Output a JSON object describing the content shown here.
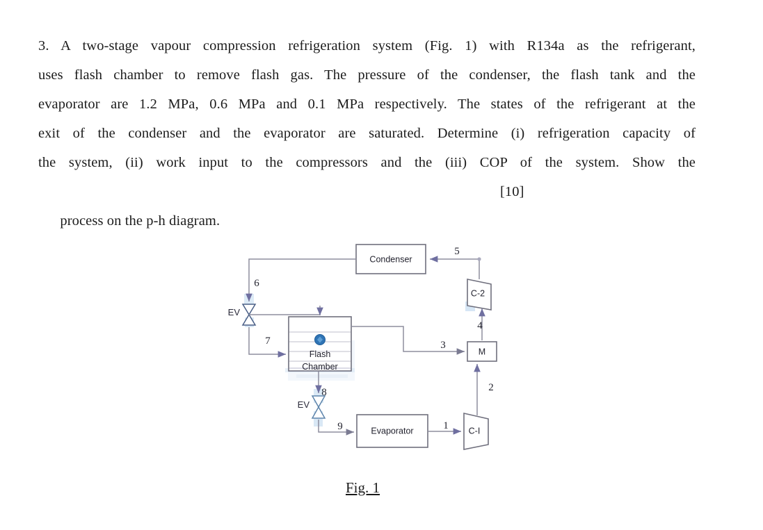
{
  "document": {
    "question_number": "3.",
    "paragraph_lines": [
      "3. A two-stage vapour compression refrigeration system (Fig. 1) with R134a as the refrigerant,",
      "uses flash chamber to remove flash gas. The pressure of the condenser, the flash tank and the",
      "evaporator are 1.2 MPa, 0.6 MPa and 0.1 MPa respectively. The states of the refrigerant at the",
      "exit of the condenser and the evaporator are saturated. Determine (i) refrigeration capacity of",
      "the system, (ii) work input to the compressors and the (iii) COP of the system.   Show the",
      "process on the p-h diagram."
    ],
    "marks": "[10]",
    "figure_caption": "Fig. 1"
  },
  "figure": {
    "caption": "Fig. 1",
    "components": [
      {
        "id": "condenser",
        "label": "Condenser",
        "shape": "rectangle"
      },
      {
        "id": "evaporator",
        "label": "Evaporator",
        "shape": "rectangle"
      },
      {
        "id": "flash",
        "label": "Flash Chamber",
        "label_line1": "Flash",
        "label_line2": "Chamber",
        "shape": "rectangle"
      },
      {
        "id": "mixer",
        "label": "M",
        "shape": "rectangle"
      },
      {
        "id": "comp2",
        "label": "C-2",
        "shape": "trapezoid"
      },
      {
        "id": "comp1",
        "label": "C-I",
        "shape": "trapezoid"
      },
      {
        "id": "ev-upper",
        "label": "EV",
        "shape": "valve"
      },
      {
        "id": "ev-lower",
        "label": "EV",
        "shape": "valve"
      }
    ],
    "stream_labels": [
      "1",
      "2",
      "3",
      "4",
      "5",
      "6",
      "7",
      "8",
      "9"
    ],
    "valve_labels": [
      "EV",
      "EV"
    ],
    "colors": {
      "line": "#8d8d9e",
      "box_border": "#6f6f7d",
      "highlight": "#c9def0",
      "marker": "#2f74b5",
      "text": "#1f1f2b"
    }
  }
}
